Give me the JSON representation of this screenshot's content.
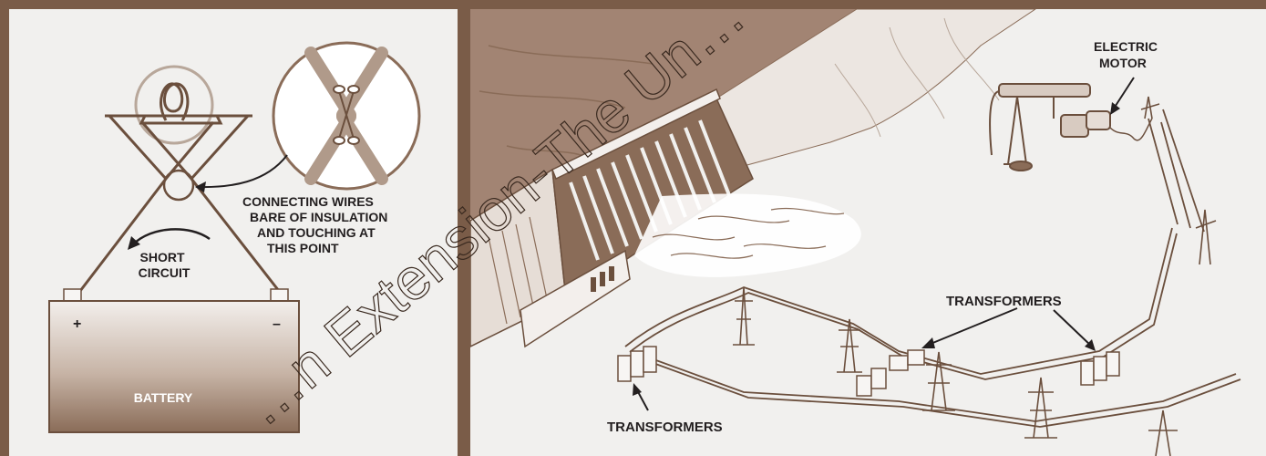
{
  "left_panel": {
    "connecting_label": [
      "CONNECTING WIRES",
      "BARE OF INSULATION",
      "AND TOUCHING AT",
      "THIS POINT"
    ],
    "short_circuit_label": [
      "SHORT",
      "CIRCUIT"
    ],
    "battery_label": "BATTERY",
    "plus_sign": "+",
    "minus_sign": "–"
  },
  "right_panel": {
    "electric_motor_label": [
      "ELECTRIC",
      "MOTOR"
    ],
    "transformers_upper_label": "TRANSFORMERS",
    "transformers_lower_label": "TRANSFORMERS"
  },
  "watermark": "…n Extension-The Un…",
  "colors": {
    "frame": "#7a5c48",
    "panel_bg": "#f1f0ee",
    "line": "#6b4f3d",
    "battery_top": "#f3efec",
    "battery_bottom": "#8a6c58"
  }
}
